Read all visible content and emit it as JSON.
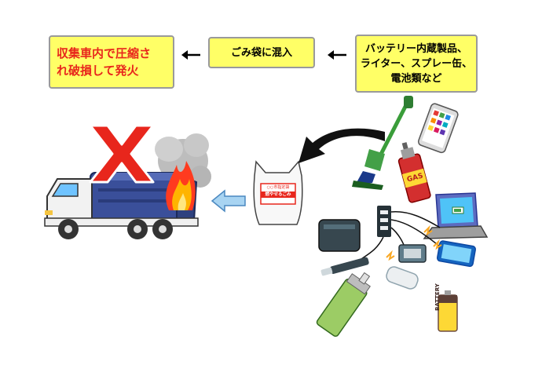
{
  "flow": {
    "step1": {
      "line1": "バッテリー内蔵製品、",
      "line2": "ライター、スプレー缶、",
      "line3": "電池類など"
    },
    "step2": {
      "line1": "ごみ袋に混入"
    },
    "step3": {
      "line1": "収集車内で圧縮さ",
      "line2": "れ破損して発火"
    }
  },
  "bag": {
    "sign_line1": "○○市指定袋",
    "sign_line2": "燃やせるごみ"
  },
  "items": {
    "gas_can_label": "GAS",
    "battery_label": "BATTERY"
  },
  "colors": {
    "box_fill": "#ffff66",
    "box_border": "#9a9a9a",
    "warning_text": "#e8261c",
    "truck_body": "#3a4f9a",
    "cross": "#e8261c"
  }
}
